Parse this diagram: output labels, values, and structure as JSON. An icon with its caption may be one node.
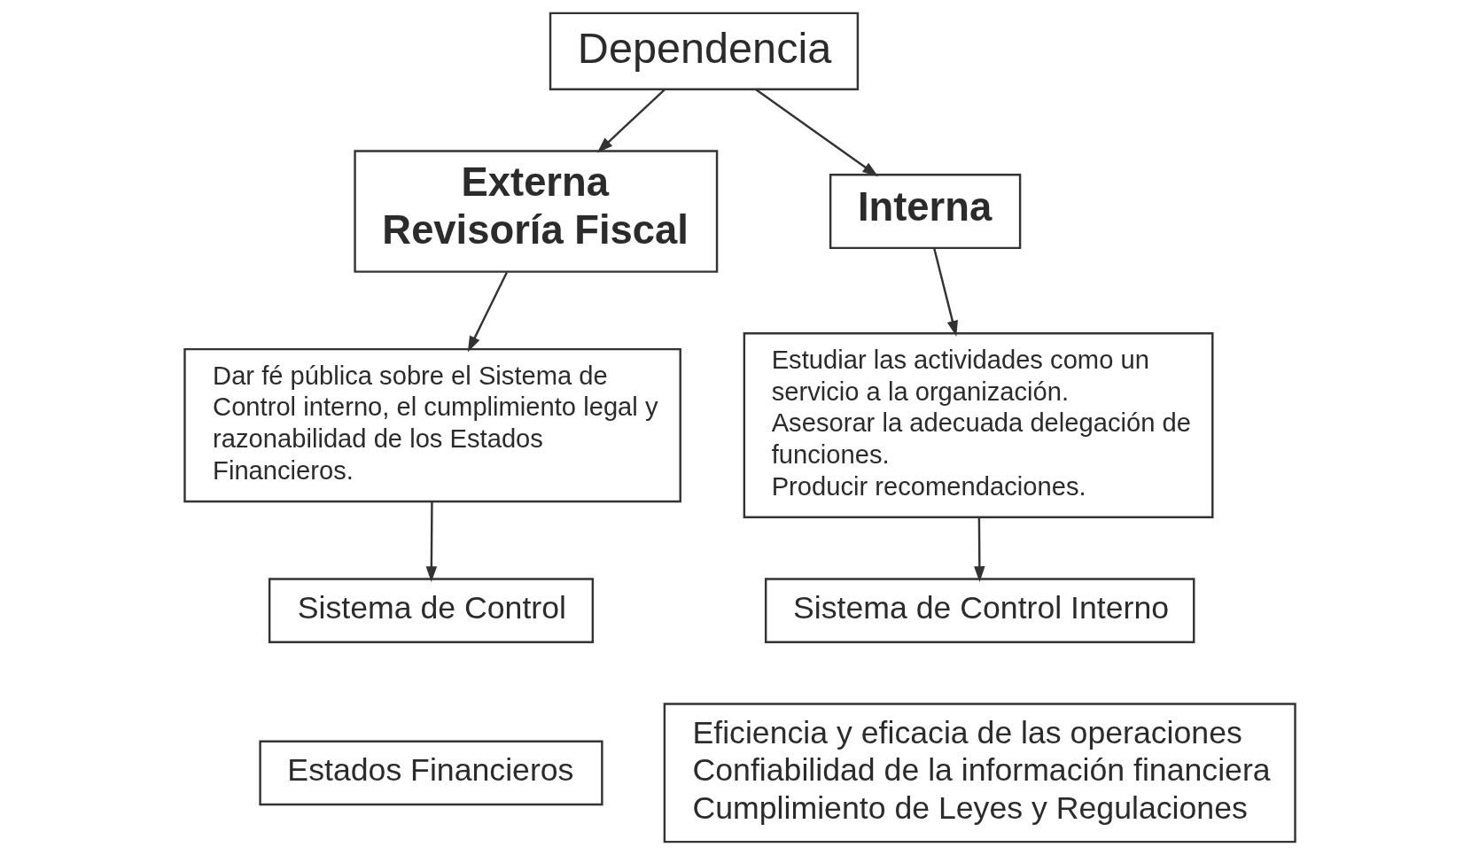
{
  "diagram": {
    "nodes": [
      {
        "text": [
          "Dependencia"
        ]
      },
      {
        "text": [
          "Externa",
          "Revisoría Fiscal"
        ]
      },
      {
        "text": [
          "Interna"
        ]
      },
      {
        "text": [
          "Dar fé pública sobre el Sistema de Control interno, el cumplimiento legal y razonabilidad de los Estados Financieros."
        ]
      },
      {
        "text": [
          "Estudiar las actividades como un servicio a la organización.",
          "Asesorar la adecuada delegación de funciones.",
          "Producir recomendaciones."
        ]
      },
      {
        "text": [
          "Sistema de Control"
        ]
      },
      {
        "text": [
          "Estados Financieros"
        ]
      },
      {
        "text": [
          "Sistema de Control Interno"
        ]
      },
      {
        "text": [
          "Eficiencia y eficacia de las operaciones",
          "Confiabilidad de la información financiera",
          "Cumplimiento de Leyes y Regulaciones"
        ]
      }
    ],
    "edges": [
      {
        "from": 0,
        "to": 1,
        "arrow": "to"
      },
      {
        "from": 0,
        "to": 2,
        "arrow": "to"
      },
      {
        "from": 1,
        "to": 3,
        "arrow": "to"
      },
      {
        "from": 2,
        "to": 4,
        "arrow": "to"
      },
      {
        "from": 3,
        "to": 5,
        "arrow": "to"
      },
      {
        "from": 4,
        "to": 7,
        "arrow": "to"
      }
    ]
  }
}
